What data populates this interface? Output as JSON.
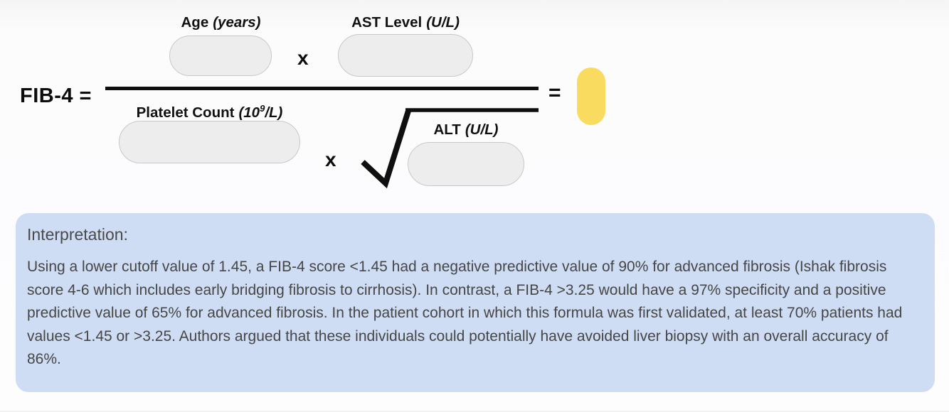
{
  "formula": {
    "name_label": "FIB-4 =",
    "multiply_label": "x",
    "equals_label": "=",
    "age": {
      "label": "Age",
      "unit": "(years)",
      "value": ""
    },
    "ast": {
      "label": "AST Level",
      "unit": "(U/L)",
      "value": ""
    },
    "platelet": {
      "label": "Platelet Count",
      "unit_open": "(10",
      "unit_sup": "9",
      "unit_close": "/L)",
      "value": ""
    },
    "alt": {
      "label": "ALT",
      "unit": "(U/L)",
      "value": ""
    },
    "result": {
      "value": ""
    }
  },
  "interpretation": {
    "title": "Interpretation:",
    "body": "Using a lower cutoff value of 1.45, a FIB-4 score <1.45 had a negative predictive value of 90% for advanced fibrosis (Ishak fibrosis score 4-6 which includes early bridging fibrosis to cirrhosis). In contrast, a FIB-4 >3.25 would have a 97% specificity and a positive predictive value of 65% for advanced fibrosis. In the patient cohort in which this formula was first validated, at least 70% patients had values <1.45 or >3.25. Authors argued that these individuals could potentially have avoided liver biopsy with an overall accuracy of 86%."
  },
  "colors": {
    "result_fill": "#f9db5f",
    "input_fill": "#ededed",
    "input_border": "#c8c8c8",
    "interpretation_background": "#cfddf4",
    "formula_text": "#0d0d0d",
    "interpretation_text": "#464646"
  }
}
